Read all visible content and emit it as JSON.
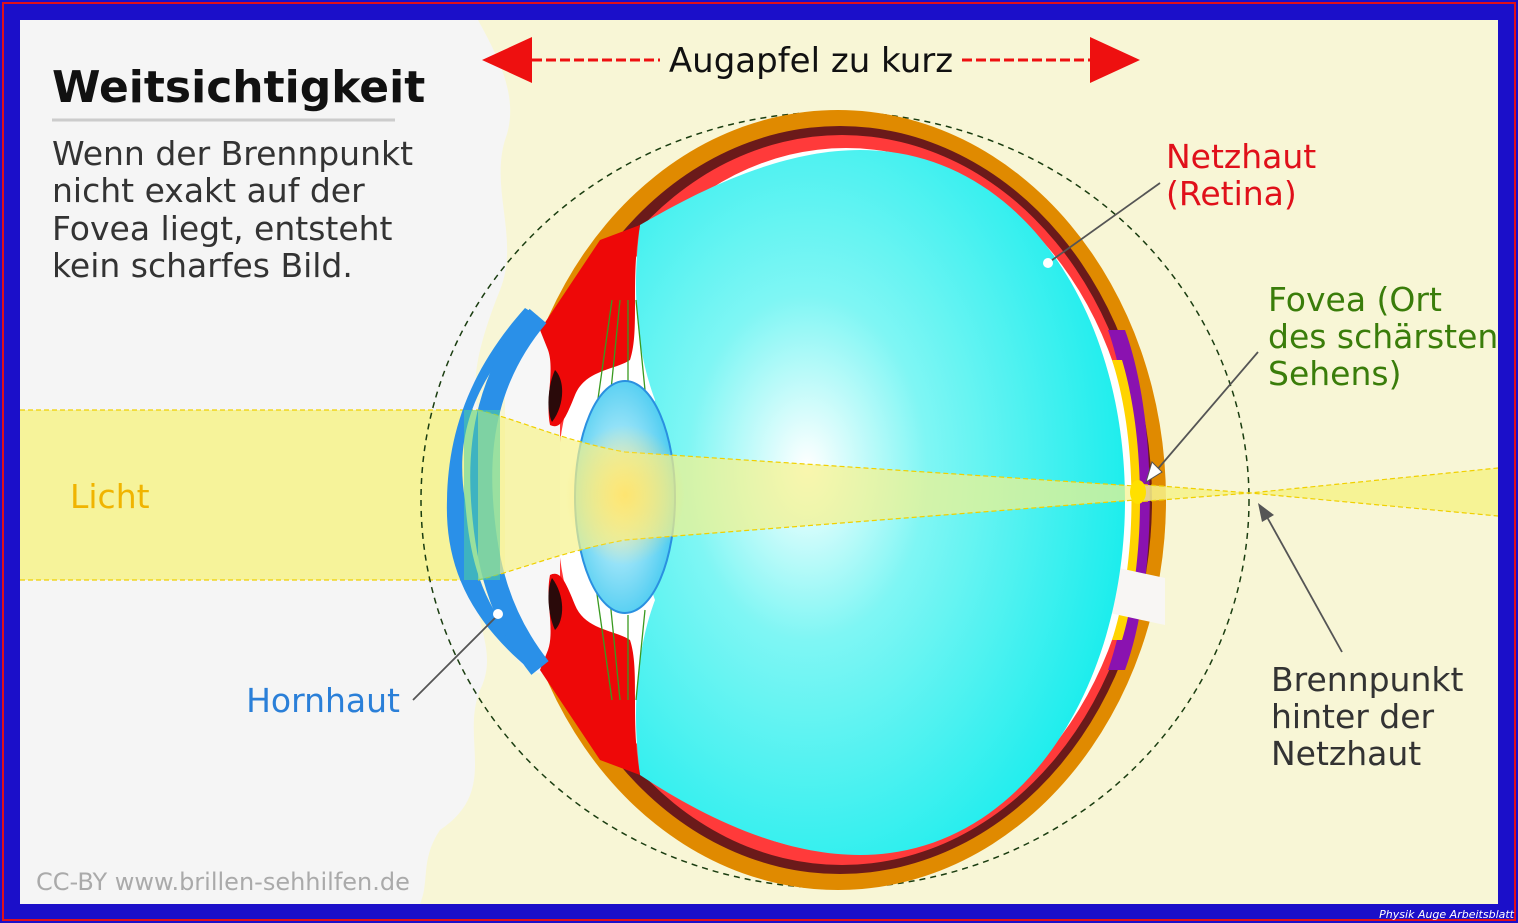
{
  "title": "Weitsichtigkeit",
  "description_lines": [
    "Wenn der Brennpunkt",
    "nicht exakt auf der",
    "Fovea liegt, entsteht",
    "kein scharfes Bild."
  ],
  "top_label": "Augapfel zu kurz",
  "labels": {
    "retina": [
      "Netzhaut",
      "(Retina)"
    ],
    "fovea": [
      "Fovea (Ort",
      "des schärsten",
      "Sehens)"
    ],
    "focal_point": [
      "Brennpunkt",
      "hinter der",
      "Netzhaut"
    ],
    "cornea": "Hornhaut",
    "light": "Licht"
  },
  "credit": "CC-BY www.brillen-sehhilfen.de",
  "watermark": "Physik Auge Arbeitsblatt",
  "colors": {
    "frame": "#1b0fc9",
    "frame_accent": "#e0101a",
    "retina_text": "#e0101a",
    "fovea_text": "#3a7d0a",
    "cornea_text": "#2a7fd8",
    "light_text": "#f0b400",
    "arrow": "#ee1010",
    "sclera": "#e08a00",
    "vitreous": "#18f0ef"
  }
}
